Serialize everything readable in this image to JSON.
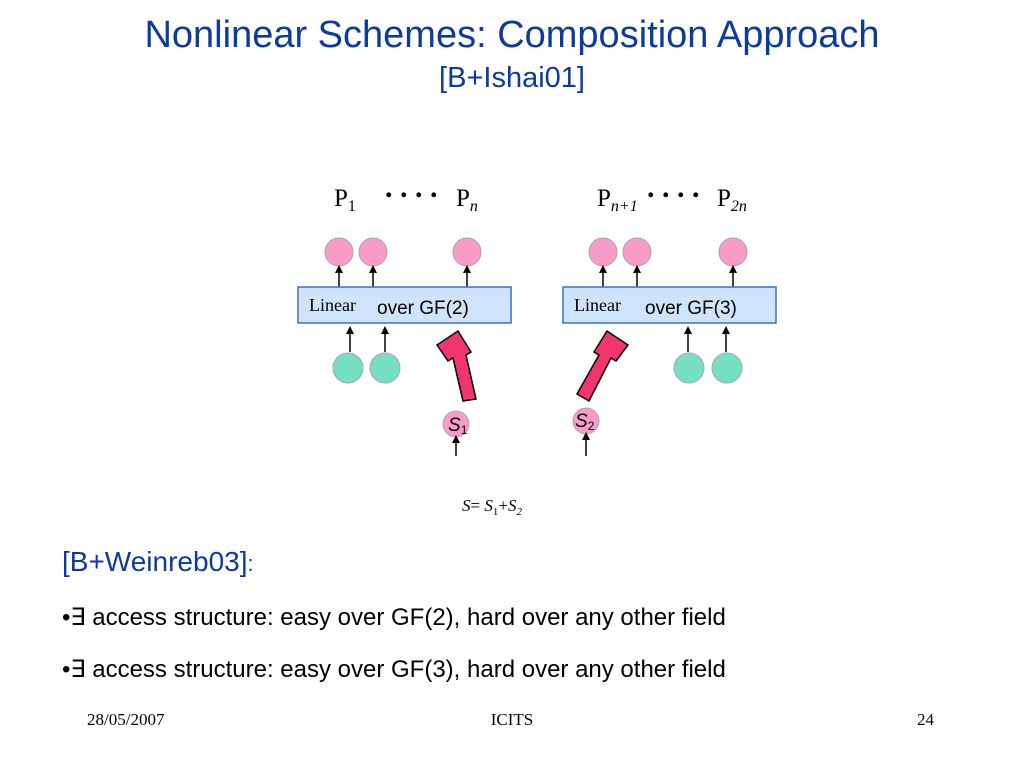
{
  "slide": {
    "title": "Nonlinear Schemes: Composition Approach",
    "subtitle": "[B+Ishai01]"
  },
  "diagram": {
    "left": {
      "p_first": "P",
      "p_first_sub": "1",
      "dots": ". . . .",
      "p_last": "P",
      "p_last_sub": "n",
      "box_serif": "Linear",
      "box_sans": "over GF(2)",
      "secret": "S",
      "secret_sub": "1"
    },
    "right": {
      "p_first": "P",
      "p_first_sub": "n+1",
      "dots": ". . . .",
      "p_last": "P",
      "p_last_sub": "2n",
      "box_serif": "Linear",
      "box_sans": "over GF(3)",
      "secret": "S",
      "secret_sub": "2"
    },
    "equation": {
      "lhs": "S",
      "eq": "= ",
      "s1": "S",
      "s1_sub": "1",
      "plus": "+",
      "s2": "S",
      "s2_sub": "2"
    },
    "colors": {
      "party_circle": "#f79cc9",
      "input_circle": "#74e0c1",
      "box_fill": "#cfe3fb",
      "box_stroke": "#3b6fc6",
      "big_arrow": "#f0356f",
      "secret_circle": "#f79cc9",
      "p_label": "#7b0d8a"
    }
  },
  "body": {
    "reference": "[B+Weinreb03]",
    "reference_colon": ":",
    "bullets": [
      "•∃ access structure: easy over GF(2), hard over any other field",
      "•∃ access structure: easy over GF(3), hard over any other field"
    ]
  },
  "footer": {
    "date": "28/05/2007",
    "conference": "ICITS",
    "page": "24"
  }
}
